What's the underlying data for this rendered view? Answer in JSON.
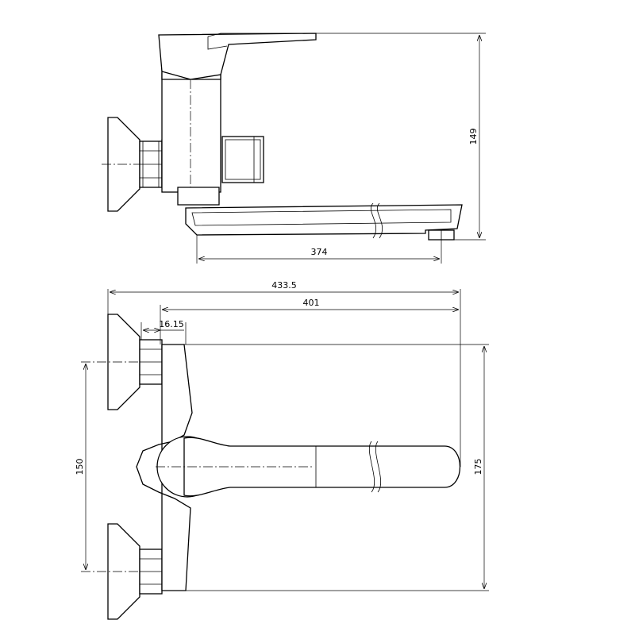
{
  "dimensions": {
    "side_height": "149",
    "side_spout_length": "374",
    "top_total_width": "433.5",
    "top_width": "401",
    "top_offset": "16.15",
    "top_centers": "150",
    "top_depth": "175"
  }
}
